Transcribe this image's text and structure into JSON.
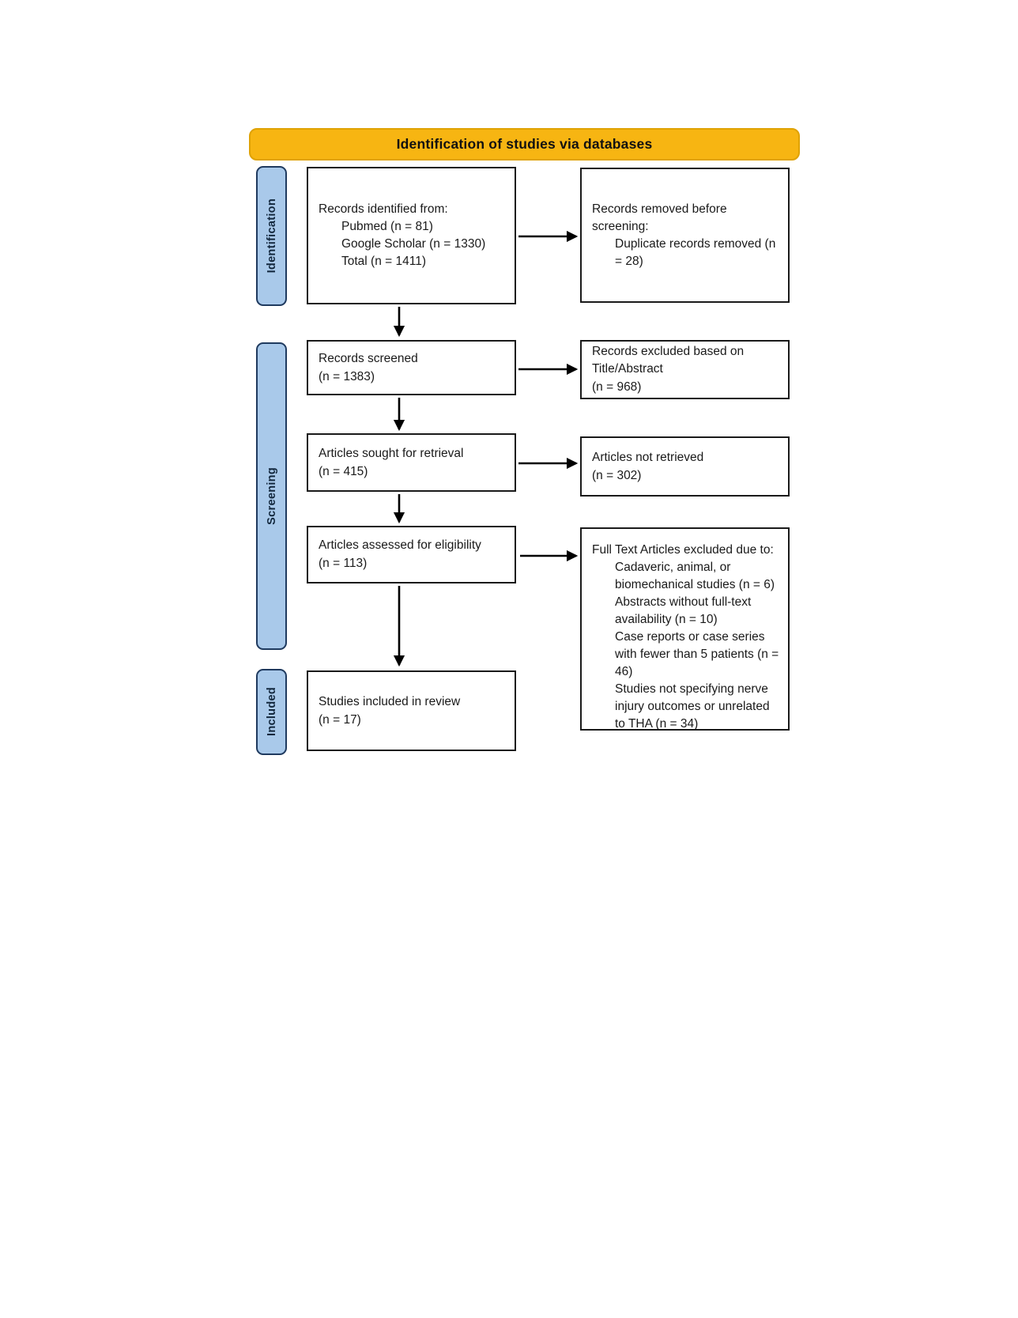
{
  "colors": {
    "header_fill": "#F7B512",
    "header_border": "#DFA204",
    "stage_fill": "#A9C9EA",
    "stage_border": "#1F3A5F",
    "box_border": "#1A1A1A",
    "arrow": "#000000"
  },
  "header": {
    "title": "Identification of studies via databases"
  },
  "stages": {
    "identification": "Identification",
    "screening": "Screening",
    "included": "Included"
  },
  "boxes": {
    "records_identified": {
      "title": "Records identified from:",
      "items": [
        "Pubmed (n = 81)",
        "Google Scholar (n = 1330)",
        "Total (n = 1411)"
      ]
    },
    "records_removed": {
      "title": "Records removed before screening:",
      "items": [
        "Duplicate records removed (n = 28)"
      ]
    },
    "records_screened": {
      "text": "Records screened",
      "count": "(n = 1383)"
    },
    "records_excluded": {
      "text": "Records excluded based on Title/Abstract",
      "count": "(n = 968)"
    },
    "articles_sought": {
      "text": "Articles sought for retrieval",
      "count": "(n = 415)"
    },
    "articles_not_retrieved": {
      "text": "Articles not retrieved",
      "count": "(n = 302)"
    },
    "articles_assessed": {
      "text": "Articles assessed for eligibility",
      "count": "(n = 113)"
    },
    "full_text_excluded": {
      "title": "Full Text Articles excluded due to:",
      "items": [
        "Cadaveric, animal, or biomechanical studies (n = 6)",
        "Abstracts without full-text availability (n = 10)",
        "Case reports or case series with fewer than 5 patients (n = 46)",
        "Studies not specifying nerve injury outcomes or unrelated to THA (n = 34)"
      ]
    },
    "studies_included": {
      "text": "Studies included in review",
      "count": "(n = 17)"
    }
  }
}
